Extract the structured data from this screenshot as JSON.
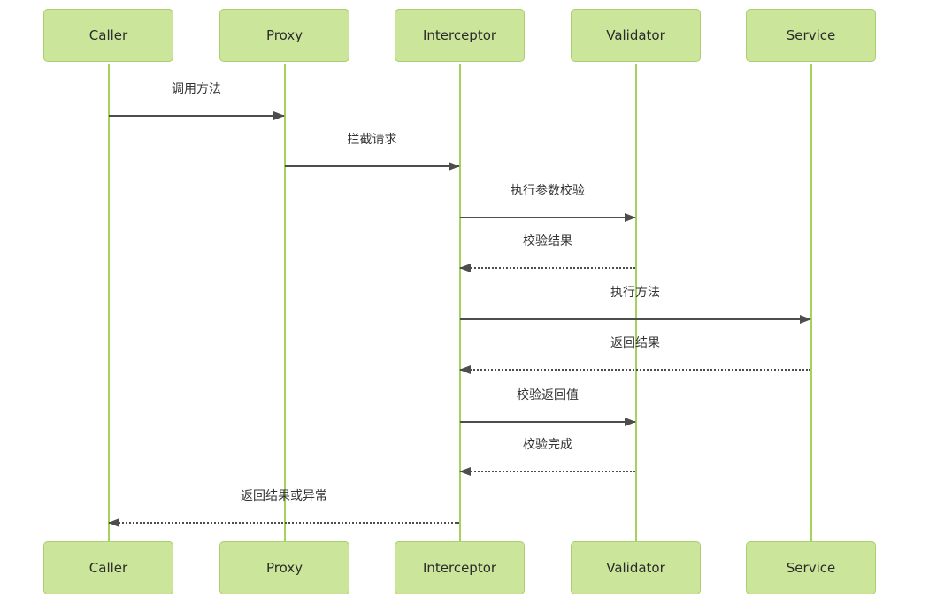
{
  "diagram": {
    "type": "sequence-diagram",
    "colors": {
      "node_fill": "#cbe59b",
      "node_border": "#a9cf6e",
      "lifeline": "#a6d15a",
      "arrow": "#4d4d4d",
      "label_text": "#333333",
      "background": "#ffffff"
    },
    "participants": [
      {
        "label": "Caller"
      },
      {
        "label": "Proxy"
      },
      {
        "label": "Interceptor"
      },
      {
        "label": "Validator"
      },
      {
        "label": "Service"
      }
    ],
    "messages": [
      {
        "label": "调用方法",
        "from": "Caller",
        "to": "Proxy",
        "style": "solid"
      },
      {
        "label": "拦截请求",
        "from": "Proxy",
        "to": "Interceptor",
        "style": "solid"
      },
      {
        "label": "执行参数校验",
        "from": "Interceptor",
        "to": "Validator",
        "style": "solid"
      },
      {
        "label": "校验结果",
        "from": "Validator",
        "to": "Interceptor",
        "style": "dashed"
      },
      {
        "label": "执行方法",
        "from": "Interceptor",
        "to": "Service",
        "style": "solid"
      },
      {
        "label": "返回结果",
        "from": "Service",
        "to": "Interceptor",
        "style": "dashed"
      },
      {
        "label": "校验返回值",
        "from": "Interceptor",
        "to": "Validator",
        "style": "solid"
      },
      {
        "label": "校验完成",
        "from": "Validator",
        "to": "Interceptor",
        "style": "dashed"
      },
      {
        "label": "返回结果或异常",
        "from": "Interceptor",
        "to": "Caller",
        "style": "dashed"
      }
    ]
  }
}
